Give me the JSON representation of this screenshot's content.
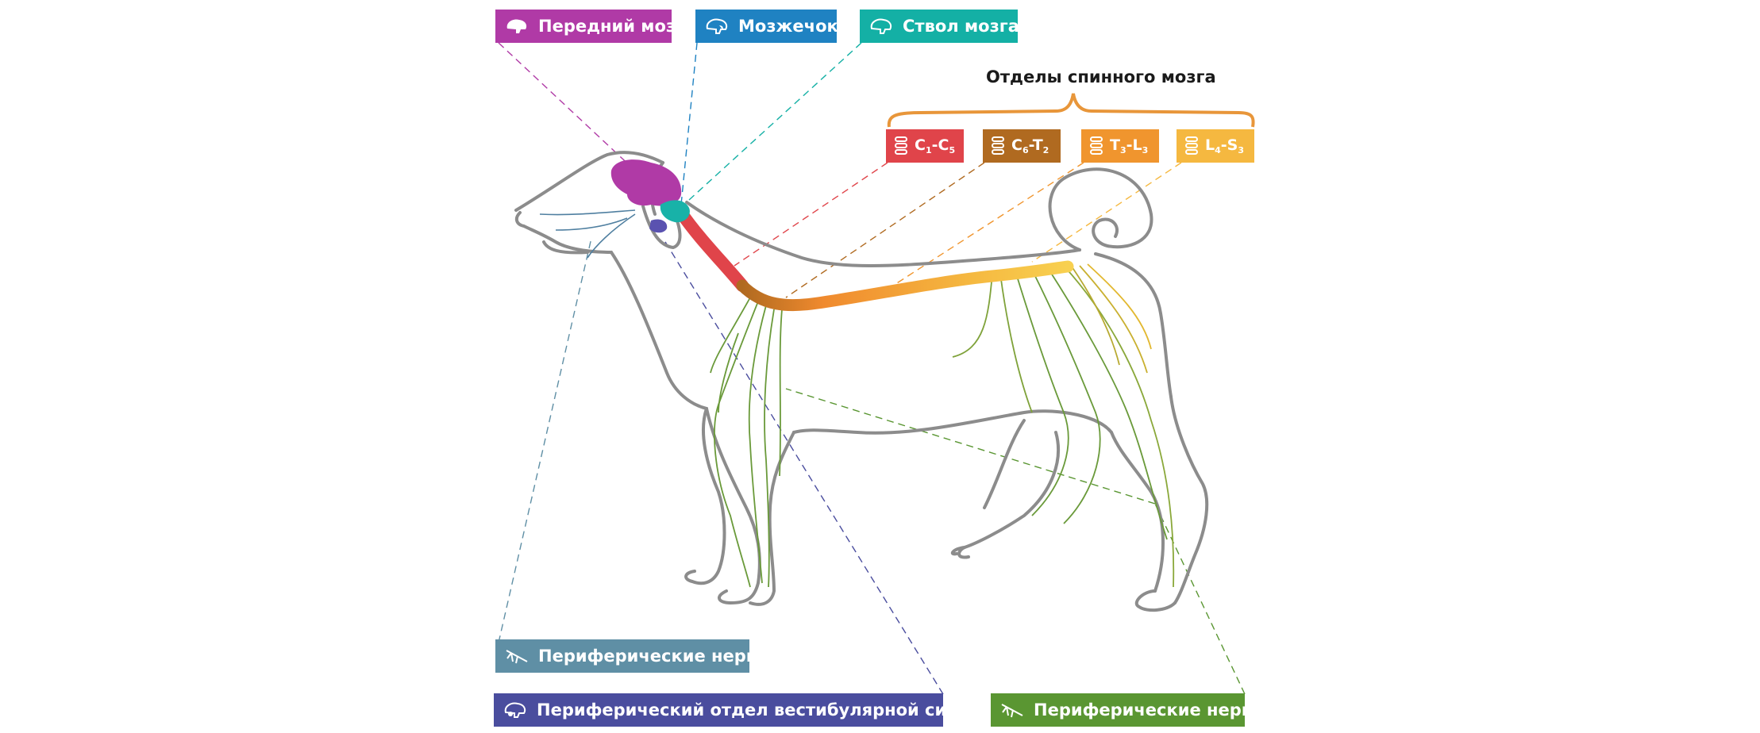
{
  "labels": {
    "forebrain": "Передний мозг",
    "cerebellum": "Мозжечок",
    "brainstem": "Ствол мозга",
    "spinal_title": "Отделы спинного мозга",
    "peripheral_left": "Периферические нервы",
    "vestibular": "Периферический отдел вестибулярной системы",
    "peripheral_right": "Периферические нервы"
  },
  "segments": [
    {
      "a": "C",
      "a_sub": "1",
      "b": "C",
      "b_sub": "5",
      "color": "#e0444a"
    },
    {
      "a": "C",
      "a_sub": "6",
      "b": "T",
      "b_sub": "2",
      "color": "#b06a20"
    },
    {
      "a": "T",
      "a_sub": "3",
      "b": "L",
      "b_sub": "3",
      "color": "#f0952e"
    },
    {
      "a": "L",
      "a_sub": "4",
      "b": "S",
      "b_sub": "3",
      "color": "#f5b840"
    }
  ],
  "colors": {
    "forebrain": "#b03aa6",
    "cerebellum": "#1f82c2",
    "brainstem": "#14b0a5",
    "peripheral_left": "#5f8fa5",
    "vestibular": "#4a4d9e",
    "peripheral_right": "#5a9632",
    "outline": "#8c8c8c"
  },
  "icons": {
    "forebrain": "brain-icon",
    "cerebellum": "brain-icon",
    "brainstem": "brain-icon",
    "segments": "vertebra-icon",
    "peripheral": "nerve-icon",
    "vestibular": "brain-icon"
  }
}
